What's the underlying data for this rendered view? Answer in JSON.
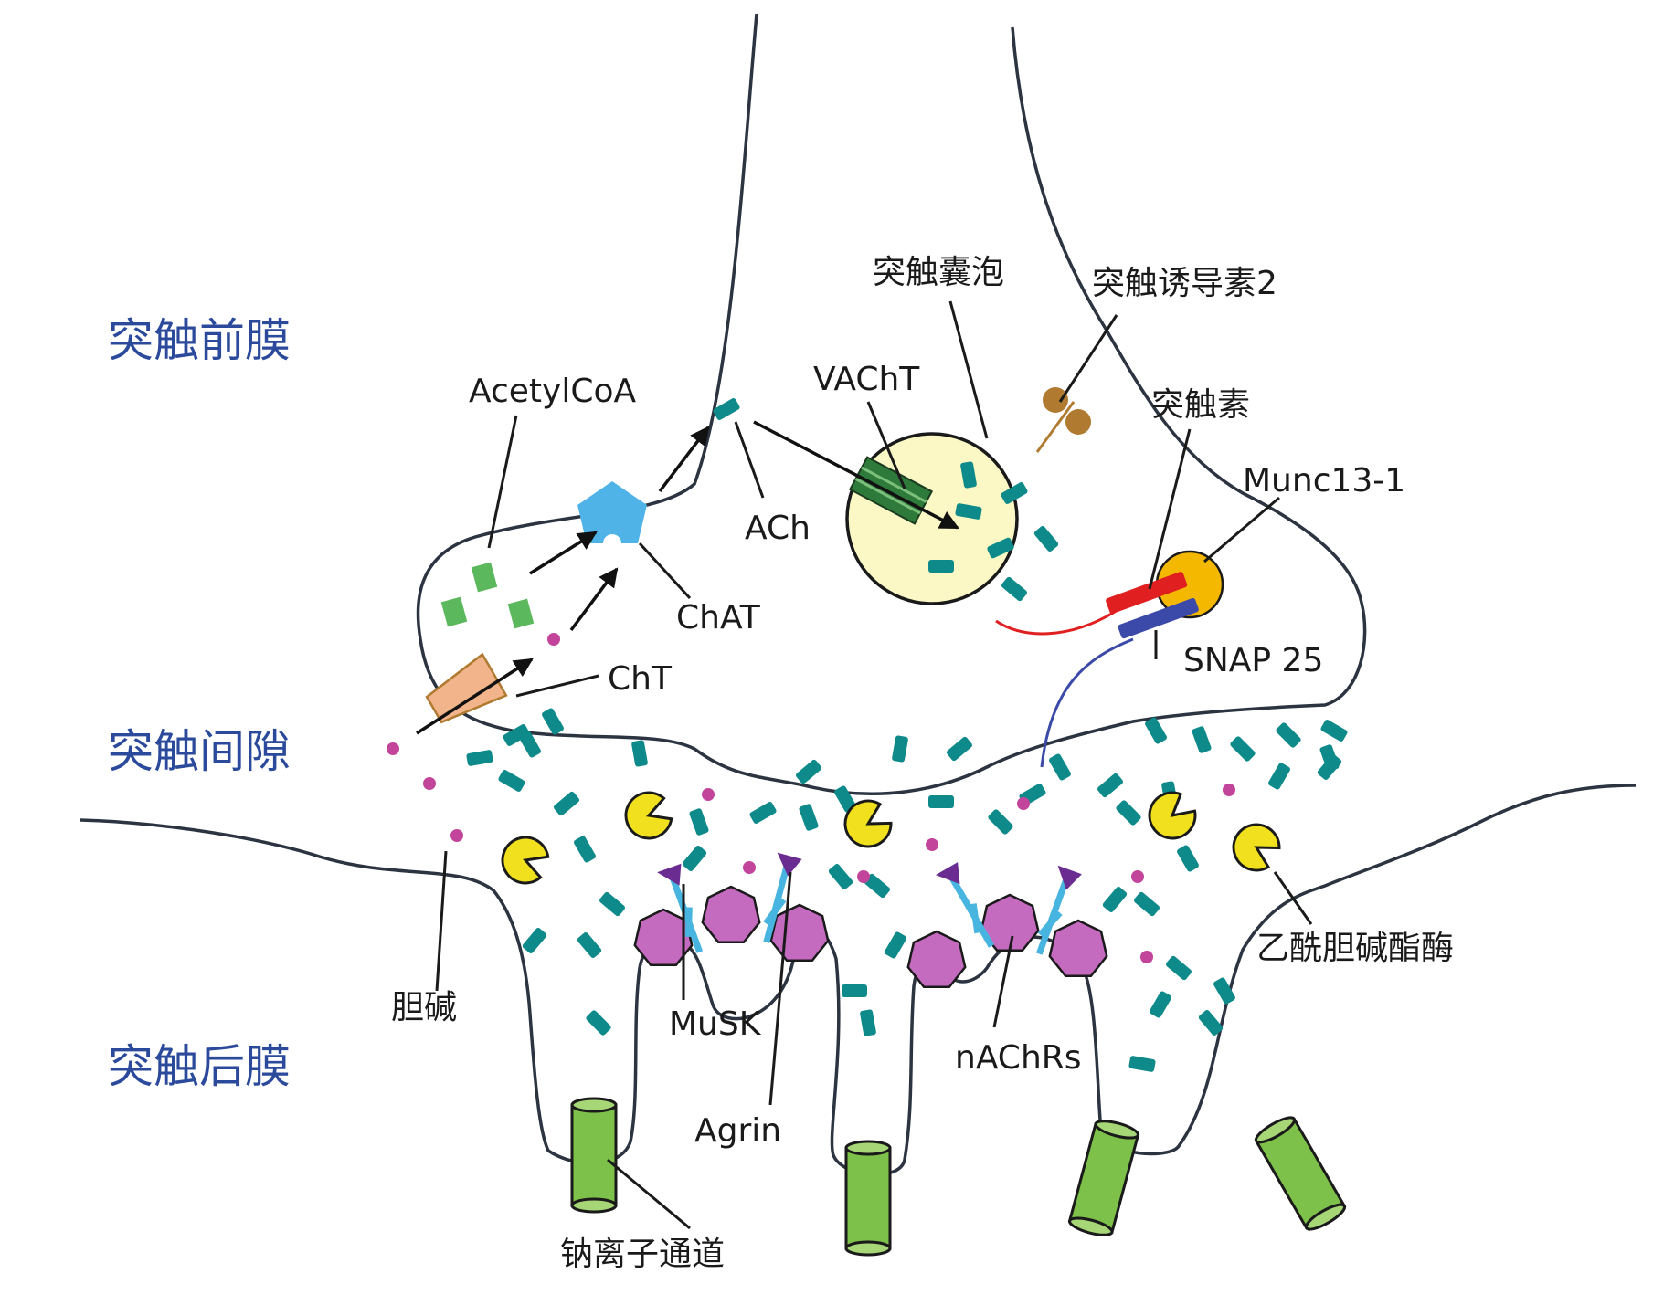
{
  "regions": {
    "presynaptic": "突触前膜",
    "cleft": "突触间隙",
    "postsynaptic": "突触后膜"
  },
  "labels": {
    "acetylcoa": "AcetylCoA",
    "chat": "ChAT",
    "ach": "ACh",
    "vacht": "VAChT",
    "vesicle": "突触囊泡",
    "synaptotagmin2": "突触诱导素2",
    "synaptophysin": "突触素",
    "munc13": "Munc13-1",
    "snap25": "SNAP 25",
    "cht": "ChT",
    "choline": "胆碱",
    "musk": "MuSK",
    "agrin": "Agrin",
    "nachrs": "nAChRs",
    "ache": "乙酰胆碱酯酶",
    "na_channel": "钠离子通道"
  },
  "colors": {
    "region_text": "#2b4a9b",
    "ach_molecule": "#0e8a8a",
    "choline_dot": "#c2459b",
    "acetylcoa": "#5cb85c",
    "chat": "#4fb3e8",
    "vesicle_fill": "#fbf8c6",
    "ache_enzyme": "#f0e01e",
    "nachr": "#c46bc0",
    "musk": "#48b4e0",
    "agrin": "#6a2c91",
    "na_channel": "#7dc04a",
    "vacht": "#2e7a3a",
    "cht": "#f2b48a",
    "munc13": "#f5b800",
    "synaptophysin_stick": "#e02020",
    "snap25_stick": "#3b49a8",
    "synaptotagmin": "#b07a30"
  }
}
